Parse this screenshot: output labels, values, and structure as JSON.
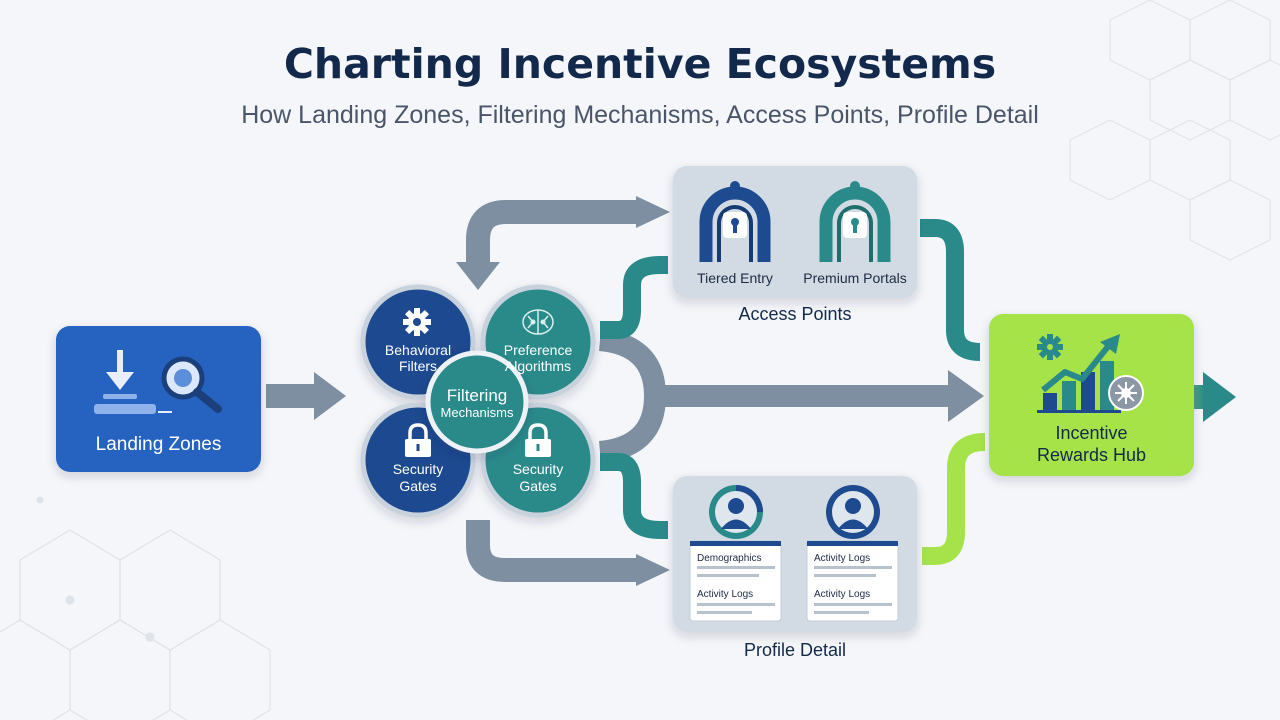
{
  "title": "Charting Incentive Ecosystems",
  "subtitle": "How Landing Zones, Filtering Mechanisms, Access Points, Profile Detail",
  "nodes": {
    "landing_zones": {
      "label": "Landing Zones",
      "color": "#2563c0"
    },
    "filtering": {
      "center_line1": "Filtering",
      "center_line2": "Mechanisms",
      "behavioral_line1": "Behavioral",
      "behavioral_line2": "Filters",
      "preference_line1": "Preference",
      "preference_line2": "Algorithms",
      "security_left_line1": "Security",
      "security_left_line2": "Gates",
      "security_right_line1": "Security",
      "security_right_line2": "Gates"
    },
    "access_points": {
      "label": "Access Points",
      "tiered": "Tiered Entry",
      "premium": "Premium Portals"
    },
    "profile_detail": {
      "label": "Profile Detail",
      "card_left_line1": "Demographics",
      "card_left_line2": "Activity Logs",
      "card_right_line1": "Activity Logs",
      "card_right_line2": "Activity Logs"
    },
    "rewards_hub": {
      "label_line1": "Incentive",
      "label_line2": "Rewards Hub",
      "color": "#a6e34a"
    }
  },
  "colors": {
    "navy": "#1e4a8f",
    "teal": "#2a8a8a",
    "gray_arrow": "#7d8fa0",
    "lime": "#a6e34a"
  }
}
